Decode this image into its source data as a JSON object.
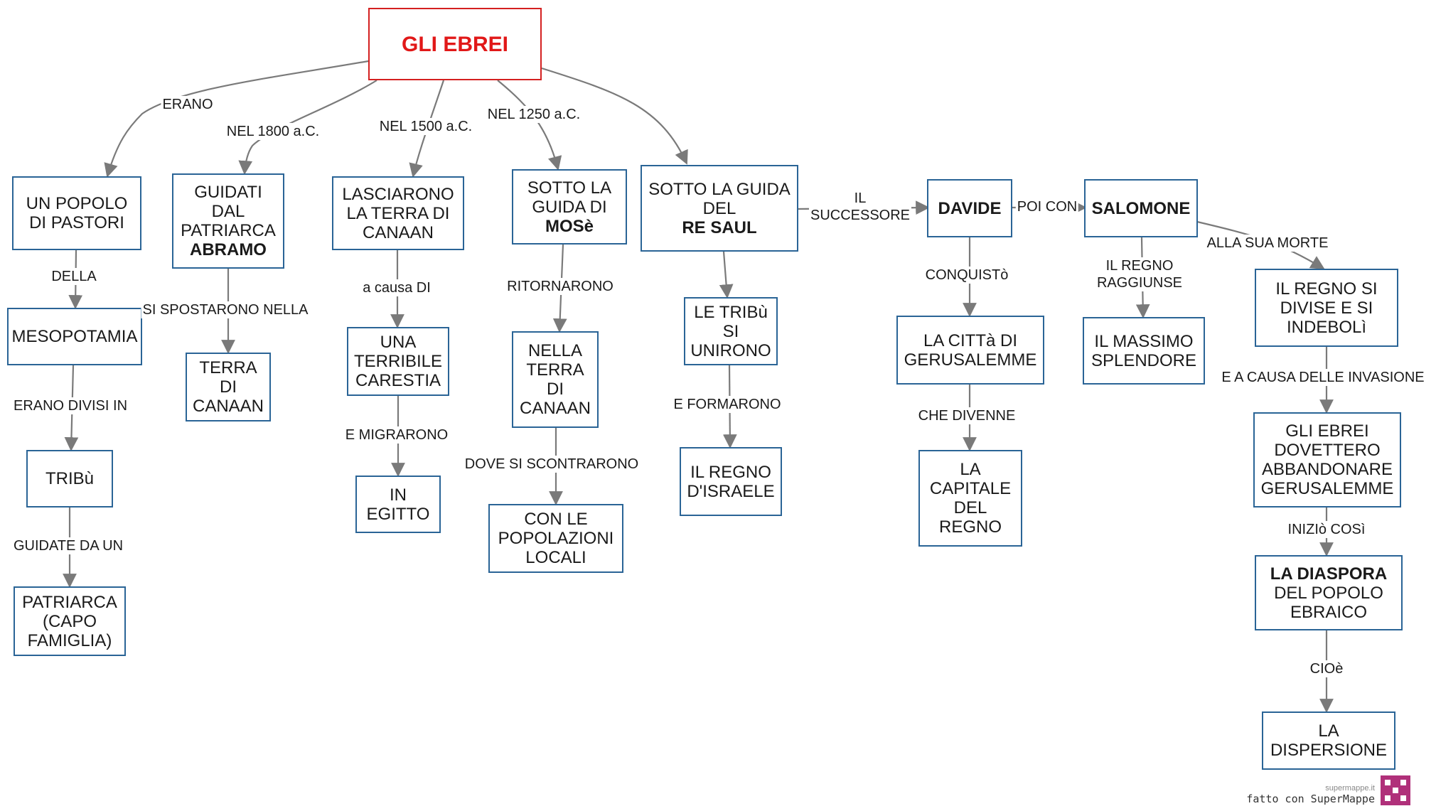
{
  "root": {
    "text": "GLI EBREI",
    "color": "#e11818"
  },
  "nodes": {
    "popolo_pastori": [
      "UN POPOLO",
      "DI PASTORI"
    ],
    "mesopotamia": [
      "MESOPOTAMIA"
    ],
    "tribu": [
      "TRIBù"
    ],
    "patriarca": [
      "PATRIARCA",
      "(CAPO",
      "FAMIGLIA)"
    ],
    "guidati_abramo": [
      "GUIDATI",
      "DAL",
      "PATRIARCA",
      "ABRAMO"
    ],
    "terra_canaan_1": [
      "TERRA",
      "DI",
      "CANAAN"
    ],
    "lasciarono": [
      "LASCIARONO",
      "LA TERRA DI",
      "CANAAN"
    ],
    "carestia": [
      "UNA",
      "TERRIBILE",
      "CARESTIA"
    ],
    "egitto": [
      "IN",
      "EGITTO"
    ],
    "mose": [
      "SOTTO LA",
      "GUIDA DI",
      "MOSè"
    ],
    "terra_canaan_2": [
      "NELLA",
      "TERRA",
      "DI",
      "CANAAN"
    ],
    "popolazioni": [
      "CON LE",
      "POPOLAZIONI",
      "LOCALI"
    ],
    "saul": [
      "SOTTO LA GUIDA",
      "DEL",
      "RE SAUL"
    ],
    "tribu_unirono": [
      "LE TRIBù",
      "SI",
      "UNIRONO"
    ],
    "regno_israele": [
      "IL REGNO",
      "D'ISRAELE"
    ],
    "davide": [
      "DAVIDE"
    ],
    "gerusalemme": [
      "LA CITTà DI",
      "GERUSALEMME"
    ],
    "capitale": [
      "LA",
      "CAPITALE",
      "DEL",
      "REGNO"
    ],
    "salomone": [
      "SALOMONE"
    ],
    "splendore": [
      "IL MASSIMO",
      "SPLENDORE"
    ],
    "regno_divise": [
      "IL REGNO SI",
      "DIVISE E SI",
      "INDEBOLì"
    ],
    "abbandonare": [
      "GLI EBREI",
      "DOVETTERO",
      "ABBANDONARE",
      "GERUSALEMME"
    ],
    "diaspora": [
      "LA DIASPORA",
      "DEL POPOLO",
      "EBRAICO"
    ],
    "dispersione": [
      "LA",
      "DISPERSIONE"
    ]
  },
  "labels": {
    "erano": "ERANO",
    "nel1800": "NEL 1800 a.C.",
    "nel1500": "NEL 1500 a.C.",
    "nel1250": "NEL 1250 a.C.",
    "della": "DELLA",
    "erano_divisi": "ERANO DIVISI IN",
    "guidate_da": "GUIDATE DA UN",
    "si_spostarono": "SI SPOSTARONO NELLA",
    "a_causa": "a causa DI",
    "migrarono": "E MIGRARONO",
    "ritornarono": "RITORNARONO",
    "scontrarono": "DOVE SI SCONTRARONO",
    "formarono": "E FORMARONO",
    "successore_1": "IL",
    "successore_2": "SUCCESSORE",
    "poi_con": "POI CON",
    "conquisto": "CONQUISTò",
    "divenne": "CHE DIVENNE",
    "raggiunse_1": "IL REGNO",
    "raggiunse_2": "RAGGIUNSE",
    "sua_morte": "ALLA SUA MORTE",
    "invasione": "E A CAUSA DELLE INVASIONE",
    "inizio": "INIZIò COSì",
    "cioe": "CIOè"
  },
  "footer": {
    "site": "supermappe.it",
    "made": "fatto con SuperMappe"
  },
  "colors": {
    "node_border": "#2a6496",
    "root_border": "#d42020",
    "edge": "#7a7a7a",
    "logo": "#b0307a"
  }
}
